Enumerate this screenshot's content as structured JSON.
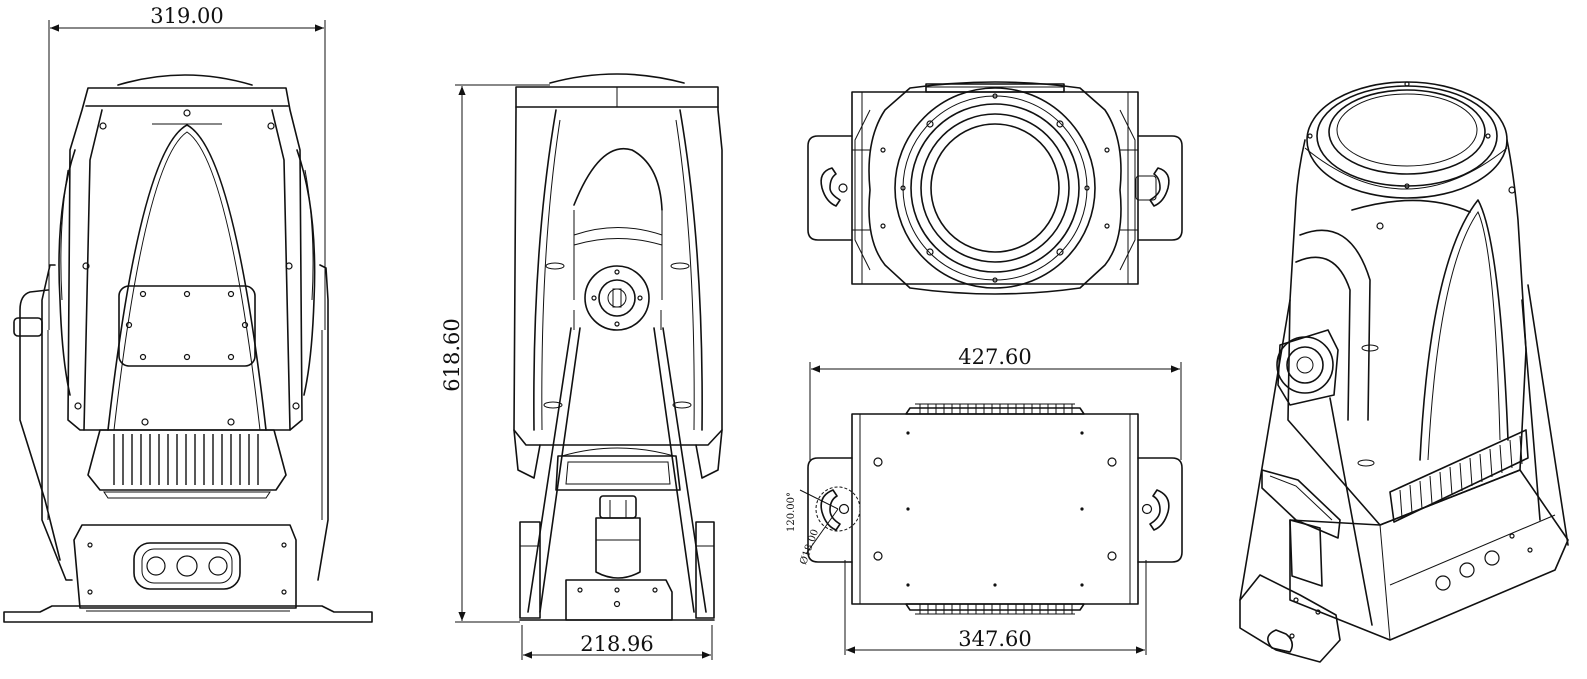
{
  "dimensions": {
    "front_width": "319.00",
    "side_height": "618.60",
    "side_base_width": "218.96",
    "bottom_bracket_width": "427.60",
    "bottom_body_width": "347.60",
    "bracket_angle": "120.00°",
    "bracket_diameter": "Ø18.00"
  },
  "views": [
    "front-view",
    "side-view",
    "top-view",
    "bottom-view",
    "isometric-view"
  ]
}
